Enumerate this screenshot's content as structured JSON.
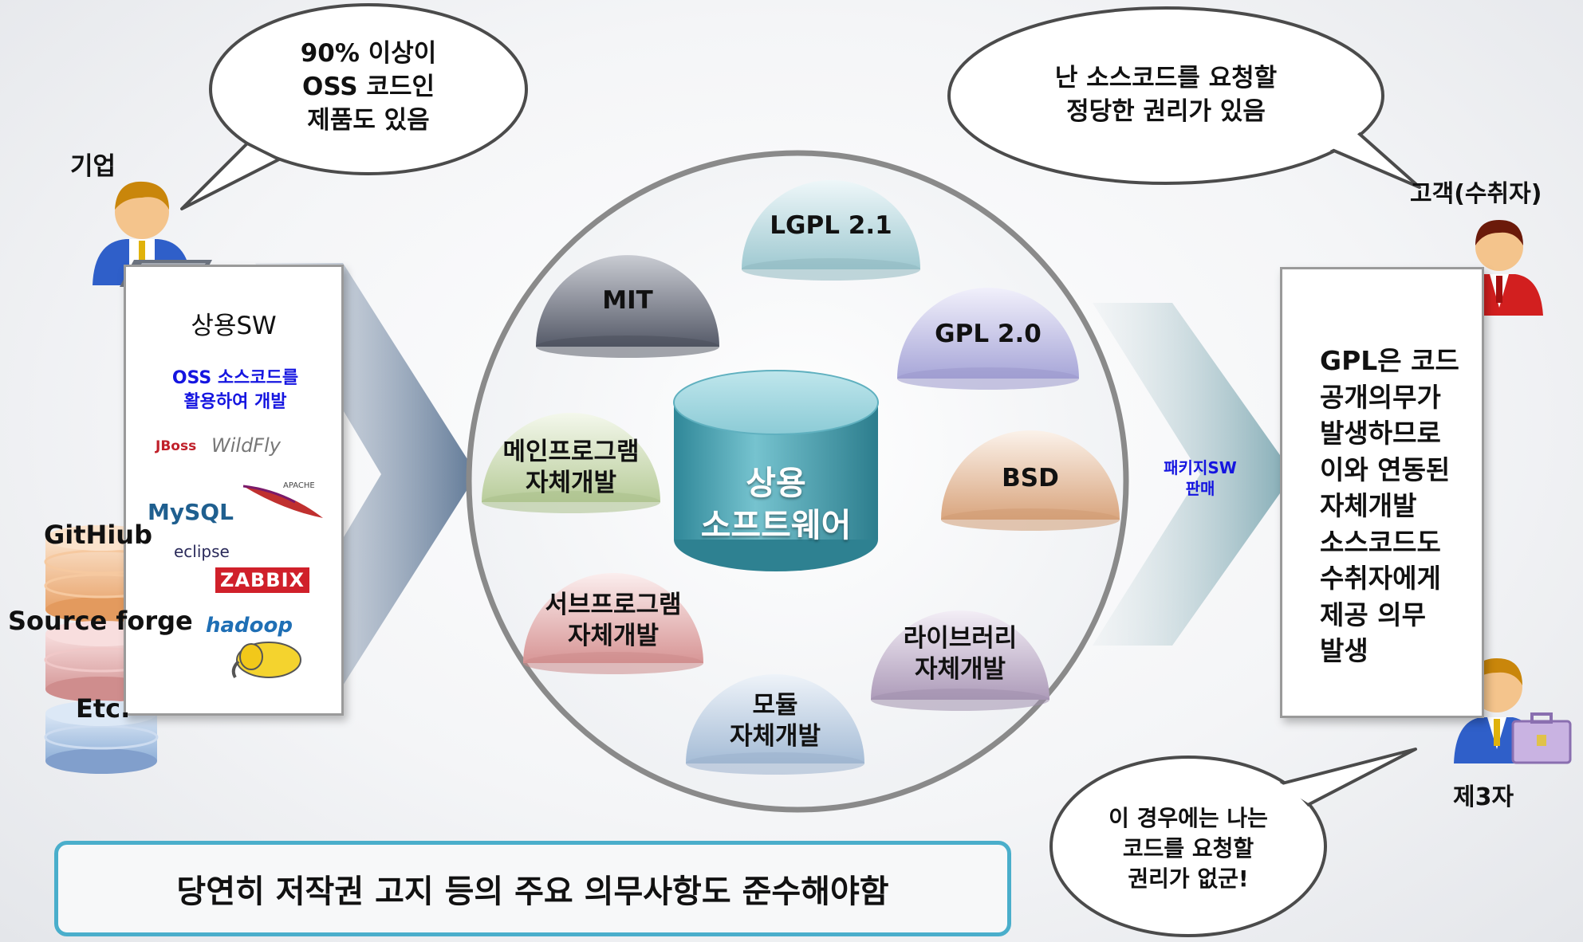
{
  "bubbles": {
    "company": "90% 이상이\nOSS 코드인\n제품도 있음",
    "customer": "난 소스코드를 요청할\n정당한 권리가 있음",
    "third_party": "이 경우에는 나는\n코드를 요청할\n권리가 없군!"
  },
  "actors": {
    "company": "기업",
    "customer": "고객(수취자)",
    "third_party": "제3자"
  },
  "left_panel": {
    "title": "상용SW",
    "note": "OSS 소스코드를\n활용하여 개발",
    "logos": [
      "JBoss",
      "WildFly",
      "MySQL",
      "APACHE",
      "eclipse",
      "ZABBIX",
      "hadoop"
    ]
  },
  "sources": [
    "GitHiub",
    "Source forge",
    "Etc."
  ],
  "center": {
    "cylinder": "상용\n소프트웨어",
    "domes": {
      "lgpl": "LGPL 2.1",
      "mit": "MIT",
      "gpl": "GPL 2.0",
      "bsd": "BSD",
      "main": "메인프로그램\n자체개발",
      "sub": "서브프로그램\n자체개발",
      "lib": "라이브러리\n자체개발",
      "module": "모듈\n자체개발"
    }
  },
  "arrow_label": "패키지SW\n판매",
  "right_panel": {
    "text": "GPL은 코드\n공개의무가\n발생하므로\n이와 연동된\n자체개발\n소스코드도\n수취자에게\n제공 의무\n발생"
  },
  "bottom_note": "당연히 저작권 고지 등의 주요 의무사항도 준수해야함",
  "colors": {
    "note_blue": "#1515e0",
    "cylinder": "#4fa6b6",
    "bottom_border": "#4aaecb"
  }
}
